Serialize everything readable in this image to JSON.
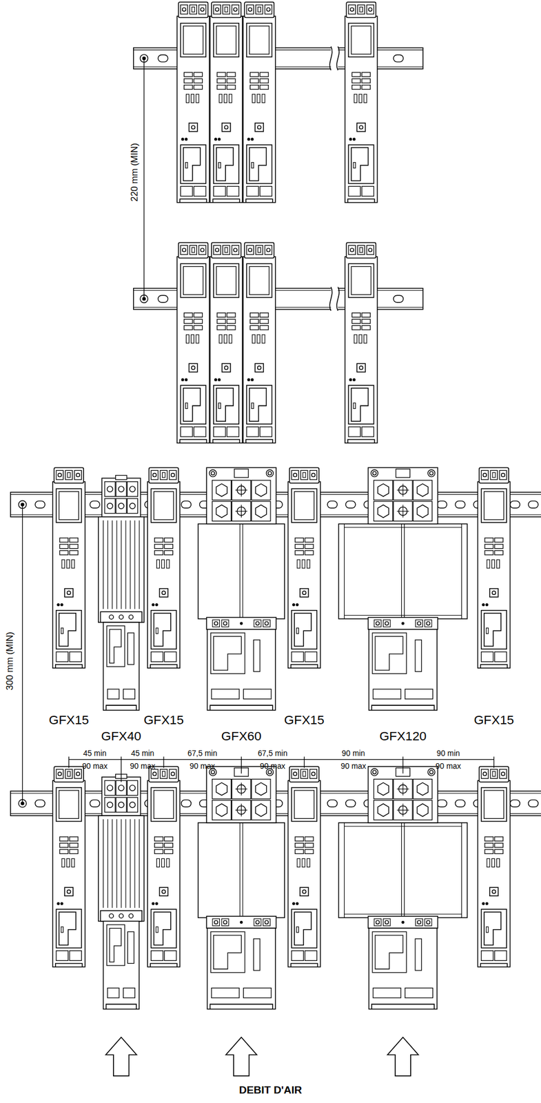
{
  "diagram": {
    "labels": [
      "220 mm (MIN)",
      "300 mm (MIN)",
      "GFX15",
      "GFX40",
      "GFX15",
      "GFX60",
      "GFX15",
      "GFX120",
      "GFX15",
      "45 min",
      "90 max",
      "45 min",
      "90 max",
      "67,5 min",
      "90 max",
      "67,5 min",
      "90 max",
      "90 min",
      "90 max",
      "90 min",
      "90 max",
      "DEBIT D'AIR"
    ]
  }
}
